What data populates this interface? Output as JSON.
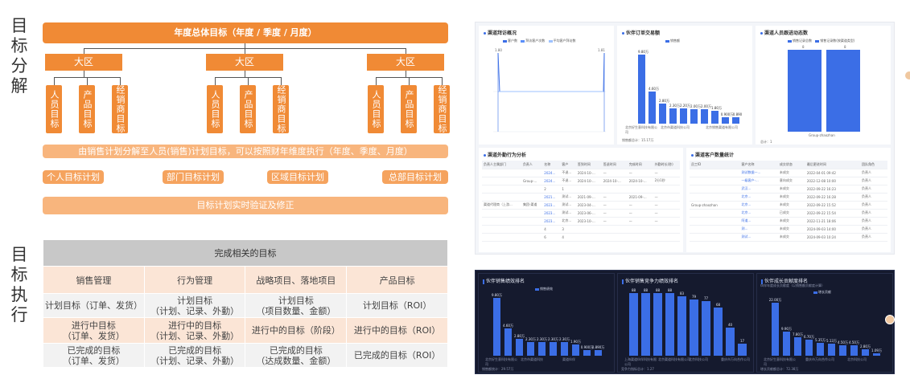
{
  "left": {
    "decompose_title": [
      "目",
      "标",
      "分",
      "解"
    ],
    "execute_title": [
      "目",
      "标",
      "执",
      "行"
    ],
    "top_bar": "年度总体目标（年度 / 季度 / 月度）",
    "regions": [
      "大区",
      "大区",
      "大区"
    ],
    "sub_targets": [
      "人员目标",
      "产品目标",
      "经销商目标"
    ],
    "decompose_bar": "由销售计划分解至人员(销售)计划目标，可以按照财年维度执行（年度、季度、月度）",
    "plans": [
      "个人目标计划",
      "部门目标计划",
      "区域目标计划",
      "总部目标计划"
    ],
    "verify_bar": "目标计划实时验证及修正",
    "table": {
      "header": "完成相关的目标",
      "categories": [
        "销售管理",
        "行为管理",
        "战略项目、落地项目",
        "产品目标"
      ],
      "rows": [
        [
          "计划目标（订单、发货）",
          "计划目标\n（计划、记录、外勤）",
          "计划目标\n（项目数量、金额）",
          "计划目标（ROI）"
        ],
        [
          "进行中目标\n（订单、发货）",
          "进行中的目标\n（计划、记录、外勤）",
          "进行中的目标（阶段）",
          "进行中的目标（ROI）"
        ],
        [
          "已完成的目标\n（订单、发货）",
          "已完成的目标\n（计划、记录、外勤）",
          "已完成的目标\n（达成数量、金额）",
          "已完成的目标（ROI）"
        ]
      ]
    }
  },
  "light_dashboard": {
    "panel1": {
      "title": "渠道拜访概况",
      "legend": [
        "客户数",
        "拜访客户次数",
        "平均客户拜访数"
      ],
      "peak_left": "1.80",
      "peak_right": "1.81"
    },
    "panel2": {
      "title": "伙伴订单交易额",
      "legend": "销售额",
      "values": [
        9.8,
        4.6,
        2.8,
        2.2,
        2.2,
        2.0,
        2.0,
        1.8,
        0.9,
        0.89
      ],
      "value_labels": [
        "9.80万",
        "4.60万",
        "2.80万",
        "2.30万",
        "2.20万",
        "2.00万",
        "2.00万",
        "1.80万",
        "0.900万",
        "0.890"
      ],
      "categories": [
        "北京好生意科技有限公司",
        "北京市渠道科技公司",
        "北京销售渠道有限公司"
      ],
      "footer": "销售额总计：15.17万"
    },
    "panel3": {
      "title": "渠道人员跟进动态数",
      "legend": [
        "销售记录总数",
        "销售记录数(按渠道类型)"
      ],
      "values": [
        8,
        8
      ],
      "category": "Group-zhaozhan",
      "footer": "总计：1"
    },
    "panel4": {
      "title": "渠道外勤行为分析",
      "headers": [
        "负责人主属部门",
        "负责人",
        "名称",
        "客户",
        "签到时间",
        "签退时间",
        "完成时间",
        "外勤时长(秒)"
      ],
      "group_a": "Group-...",
      "group_b": "渠道代理商（上游...",
      "group_c": "集团-渠道"
    },
    "panel5": {
      "title": "渠道客户数量统计",
      "headers": [
        "员工ID",
        "客户名称",
        "成交状态",
        "最后更进时间",
        "团队角色"
      ],
      "group": "Group-zhaozhan",
      "statuses": [
        "未成交",
        "意向成交",
        "未成交",
        "未成交",
        "未成交",
        "已成交",
        "未成交",
        "未成交",
        "未成交"
      ],
      "dates": [
        "2022-04-01 09:42",
        "2022-12-08 10:00",
        "2022-09-22 16:23",
        "2022-09-22 16:28",
        "2022-09-22 15:52",
        "2022-09-22 15:54",
        "2022-11-21 18:06",
        "2024-09-03 14:00",
        "2024-09-03 10:24"
      ],
      "role": "负责人"
    }
  },
  "dark_dashboard": {
    "panel1": {
      "title": "伙伴销售绩效排名",
      "legend": "销售绩效",
      "values": [
        9.8,
        4.6,
        2.8,
        2.3,
        2.3,
        2.3,
        2.3,
        1.9,
        0.9,
        0.89
      ],
      "value_labels": [
        "9.80万",
        "4.60万",
        "2.80万",
        "2.30万",
        "2.30万",
        "2.30万",
        "2.30万",
        "1.90万",
        "0.900万",
        "0.890万"
      ],
      "categories": [
        "北京好生意科技有限公司",
        "北京市渠道科技",
        "渠道伙伴"
      ],
      "footer": "销售额统计：29.57万"
    },
    "panel2": {
      "title": "伙伴销售竞争力绩效排名",
      "values": [
        88,
        88,
        88,
        88,
        83,
        79,
        77,
        68,
        40,
        17
      ],
      "categories": [
        "上海渠道伙伴科技有限公司",
        "北京渠道科技有限公司",
        "北京科技公司",
        "重庆市万向合作公司"
      ],
      "footer": "竞争力指标总计：1.27"
    },
    "panel3": {
      "title": "伙伴成长贡献度排名",
      "subtitle": "伙伴年度成长贡献度（以销售额贡献度计算）",
      "legend": "增长贡献",
      "values": [
        22,
        10,
        7.8,
        6.7,
        5.4,
        5.1,
        4.5,
        4.5,
        2.8,
        1.09
      ],
      "value_labels": [
        "22.00万",
        "9.90万",
        "7.80万",
        "6.70万",
        "5.35万",
        "5.13万",
        "4.50万",
        "4.50万",
        "2.80万",
        "1.09万"
      ],
      "categories": [
        "北京好生意科技有限公司",
        "重庆市万向合作公司",
        "北京科技公司"
      ],
      "footer": "增长贡献额总计：72.38万"
    }
  },
  "colors": {
    "orange": "#f08a35",
    "pale_orange": "#f8b57d",
    "bar_blue": "#3b6ee6",
    "dark_bg": "#151a2e"
  }
}
